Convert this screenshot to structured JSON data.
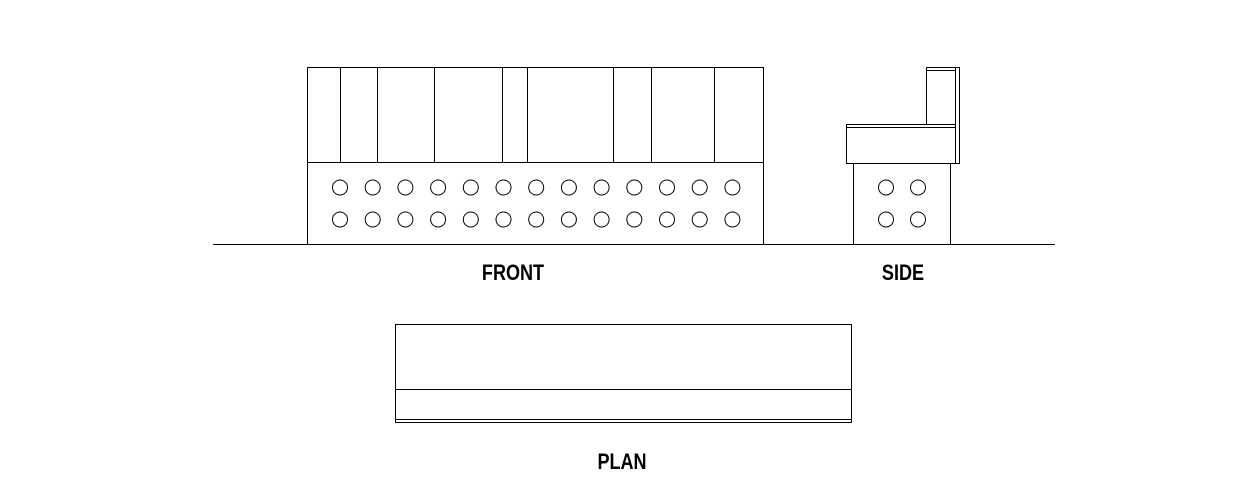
{
  "labels": {
    "front": "FRONT",
    "side": "SIDE",
    "plan": "PLAN"
  },
  "colors": {
    "line": "#000000",
    "background": "#ffffff"
  },
  "front_view": {
    "back_panels": 9,
    "holes_rows": 2,
    "holes_per_row": 13
  },
  "side_view": {
    "holes_rows": 2,
    "holes_per_row": 2
  }
}
